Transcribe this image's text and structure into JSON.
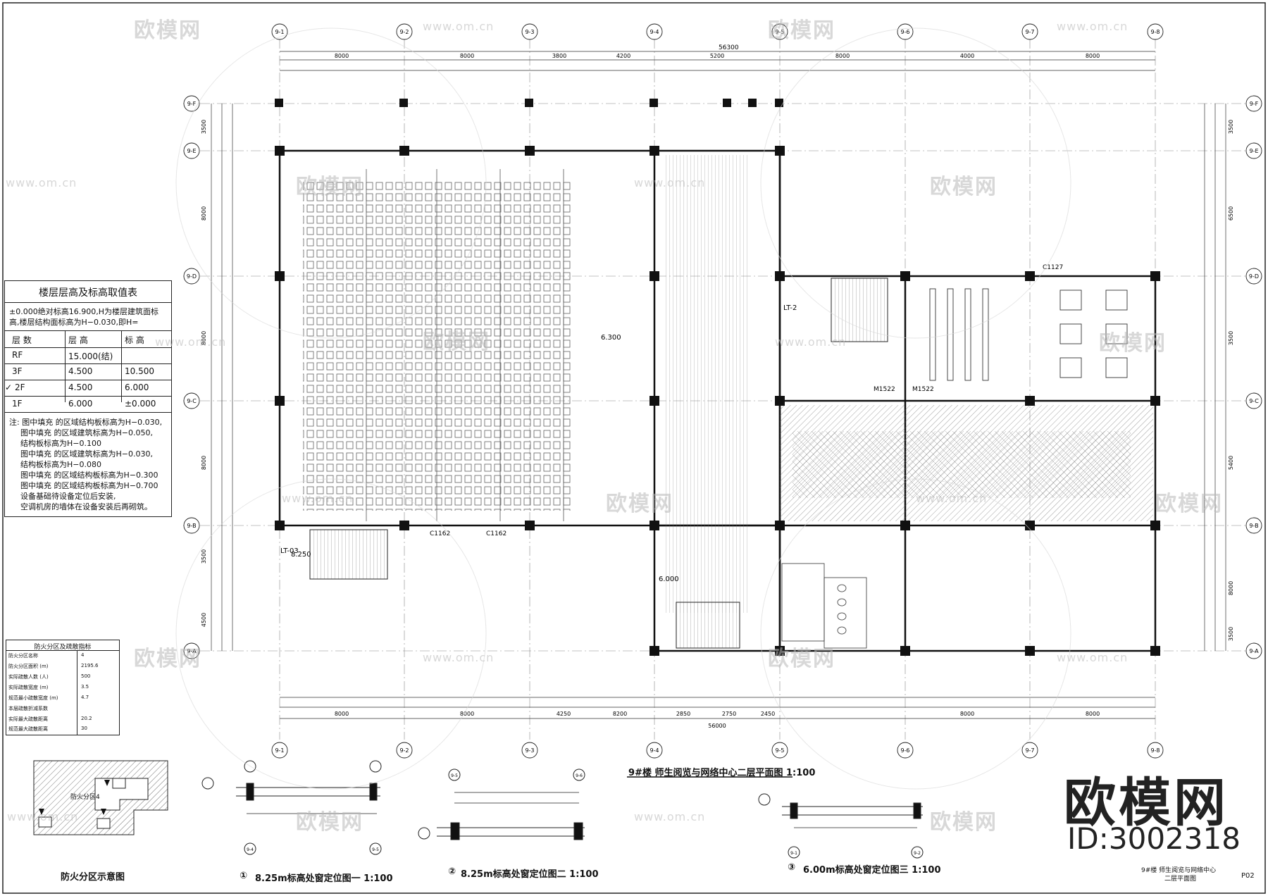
{
  "axes": {
    "top": [
      "9-1",
      "9-2",
      "9-3",
      "9-4",
      "9-5",
      "9-6",
      "9-7",
      "9-8"
    ],
    "bottom": [
      "9-1",
      "9-2",
      "9-3",
      "9-4",
      "9-5",
      "9-6",
      "9-7",
      "9-8"
    ],
    "left": [
      "9-F",
      "9-E",
      "9-D",
      "9-C",
      "9-B",
      "9-A"
    ],
    "right": [
      "9-F",
      "9-E",
      "9-D",
      "9-C",
      "9-B",
      "9-A"
    ]
  },
  "dims": {
    "top_spans": [
      "8000",
      "8000",
      "3800",
      "4200",
      "5200",
      "8000",
      "4000",
      "8000"
    ],
    "top_total": "56300",
    "bottom_spans": [
      "8000",
      "8000",
      "4250",
      "8200",
      "2850",
      "2750",
      "2450",
      "8000",
      "8000"
    ],
    "bottom_total": "56000",
    "left_spans": [
      "3500",
      "8000",
      "8000",
      "8000",
      "3500",
      "4500"
    ],
    "right_spans": [
      "3500",
      "6500",
      "3500",
      "5400",
      "8000",
      "3500"
    ]
  },
  "legend": {
    "title": "楼层层高及标高取值表",
    "note": "±0.000绝对标高16.900,H为楼层建筑面标高,楼层结构面标高为H−0.030,即H=",
    "headers": [
      "层 数",
      "层 高",
      "标 高"
    ],
    "rows": [
      {
        "floor": "RF",
        "height": "15.000(结)",
        "level": ""
      },
      {
        "floor": "3F",
        "height": "4.500",
        "level": "10.500"
      },
      {
        "floor": "2F",
        "height": "4.500",
        "level": "6.000"
      },
      {
        "floor": "1F",
        "height": "6.000",
        "level": "±0.000"
      }
    ],
    "check": "✓",
    "notes": [
      "注: 图中填充     的区域结构板标高为H−0.030,",
      "图中填充     的区域建筑标高为H−0.050,",
      "结构板标高为H−0.100",
      "图中填充     的区域建筑标高为H−0.030,",
      "结构板标高为H−0.080",
      "图中填充     的区域结构板标高为H−0.300",
      "图中填充     的区域结构板标高为H−0.700",
      "设备基础待设备定位后安装,",
      "空调机房的墙体在设备安装后再砌筑。"
    ]
  },
  "fire_table": {
    "title": "防火分区及疏散指标",
    "rows": [
      {
        "label": "防火分区名称",
        "value": "4"
      },
      {
        "label": "防火分区面积 (m)",
        "value": "2195.6"
      },
      {
        "label": "实际疏散人数 (人)",
        "value": "500"
      },
      {
        "label": "实际疏散宽度 (m)",
        "value": "3.5"
      },
      {
        "label": "规范最小疏散宽度 (m)",
        "value": "4.7"
      },
      {
        "label": "本层疏散折减系数",
        "value": ""
      },
      {
        "label": "实际最大疏散距离",
        "value": "20.2"
      },
      {
        "label": "规范最大疏散距离",
        "value": "30"
      }
    ]
  },
  "fire_zone": {
    "title": "防火分区示意图",
    "zone_label": "防火分区4"
  },
  "main_title": "9#楼 师生阅览与网络中心二层平面图 1:100",
  "details": [
    {
      "num": "①",
      "title": "8.25m标高处窗定位图一 1:100",
      "axes": [
        "9-4",
        "9-5"
      ]
    },
    {
      "num": "②",
      "title": "8.25m标高处窗定位图二 1:100",
      "axes": [
        "9-5",
        "9-6"
      ]
    },
    {
      "num": "③",
      "title": "6.00m标高处窗定位图三 1:100",
      "axes": [
        "9-1",
        "9-2"
      ]
    }
  ],
  "labels": {
    "stair1": "LT-03",
    "stair2": "LT-2",
    "level_6300": "6.300",
    "level_6000": "6.000",
    "level_8250": "8.250",
    "win_c1162": "C1162",
    "win_m1522": "M1522",
    "win_c1127": "C1127",
    "total": "56300"
  },
  "brand": {
    "name": "欧模网",
    "id": "ID:3002318",
    "watermark": "欧模网",
    "watermark_url": "www.om.cn"
  },
  "sheet": {
    "title_line1": "9#楼 师生阅览与网络中心",
    "title_line2": "二层平面图",
    "code": "P02"
  }
}
